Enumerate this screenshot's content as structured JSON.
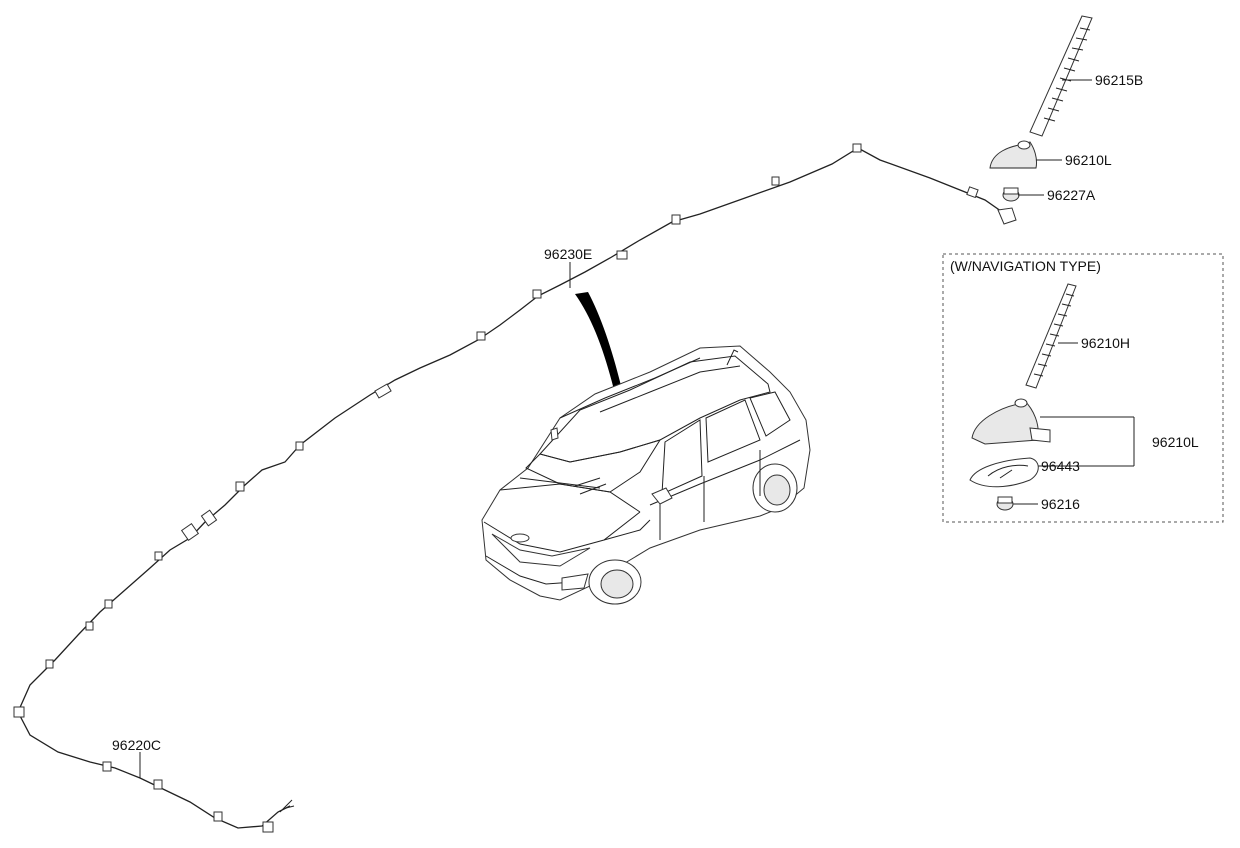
{
  "labels": {
    "antenna_rod": "96215B",
    "antenna_base": "96210L",
    "nut": "96227A",
    "roof_cable": "96230E",
    "main_cable": "96220C",
    "nav_rod": "96210H",
    "nav_assembly": "96210L",
    "nav_pad": "96443",
    "nav_nut": "96216"
  },
  "nav_box": {
    "title": "(W/NAVIGATION TYPE)"
  }
}
